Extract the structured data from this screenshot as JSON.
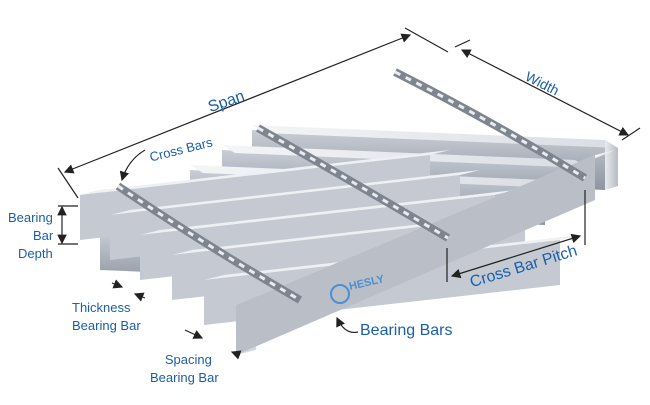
{
  "diagram": {
    "labels": {
      "span": "Span",
      "width": "Width",
      "cross_bars": "Cross Bars",
      "bearing_bar_depth": [
        "Bearing",
        "Bar",
        "Depth"
      ],
      "thickness_bearing_bar": [
        "Thickness",
        "Bearing Bar"
      ],
      "spacing_bearing_bar": [
        "Spacing",
        "Bearing Bar"
      ],
      "bearing_bars": "Bearing Bars",
      "cross_bar_pitch": "Cross Bar Pitch"
    },
    "logo_text": "HESLY",
    "colors": {
      "label": "#1b5fa8",
      "bar_light": "#e6e9ee",
      "bar_dark": "#9aa1ab",
      "line": "#222222"
    }
  }
}
